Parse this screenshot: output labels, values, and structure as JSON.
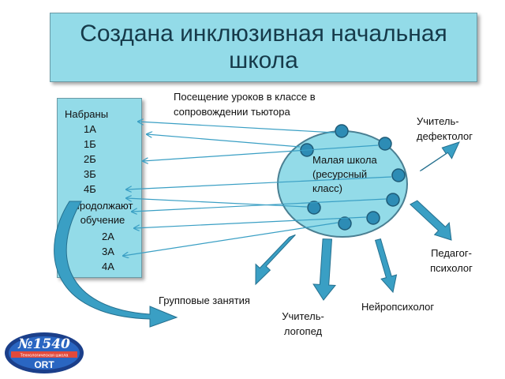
{
  "title": "Создана инклюзивная начальная школа",
  "classes_box": {
    "enrolled_label": "Набраны",
    "enrolled": [
      "1А",
      "1Б",
      "2Б",
      "3Б",
      "4Б"
    ],
    "continuing_label": "Продолжают обучение",
    "continuing": [
      "2А",
      "3А",
      "4А"
    ]
  },
  "tutor_note": "Посещение уроков в классе в сопровождении тьютора",
  "small_school": "Малая школа (ресурсный класс)",
  "specialists": {
    "defectologist": "Учитель-дефектолог",
    "psychologist": "Педагог-психолог",
    "neuropsychologist": "Нейропсихолог",
    "speech_therapist": "Учитель-логопед",
    "group_classes": "Групповые занятия"
  },
  "logo": {
    "number": "№1540",
    "caption": "Технологическая школа",
    "brand": "ORT"
  },
  "colors": {
    "box_fill": "#93dbe8",
    "arrow_fill": "#3a9fc4",
    "dot_fill": "#2d8cb5"
  }
}
